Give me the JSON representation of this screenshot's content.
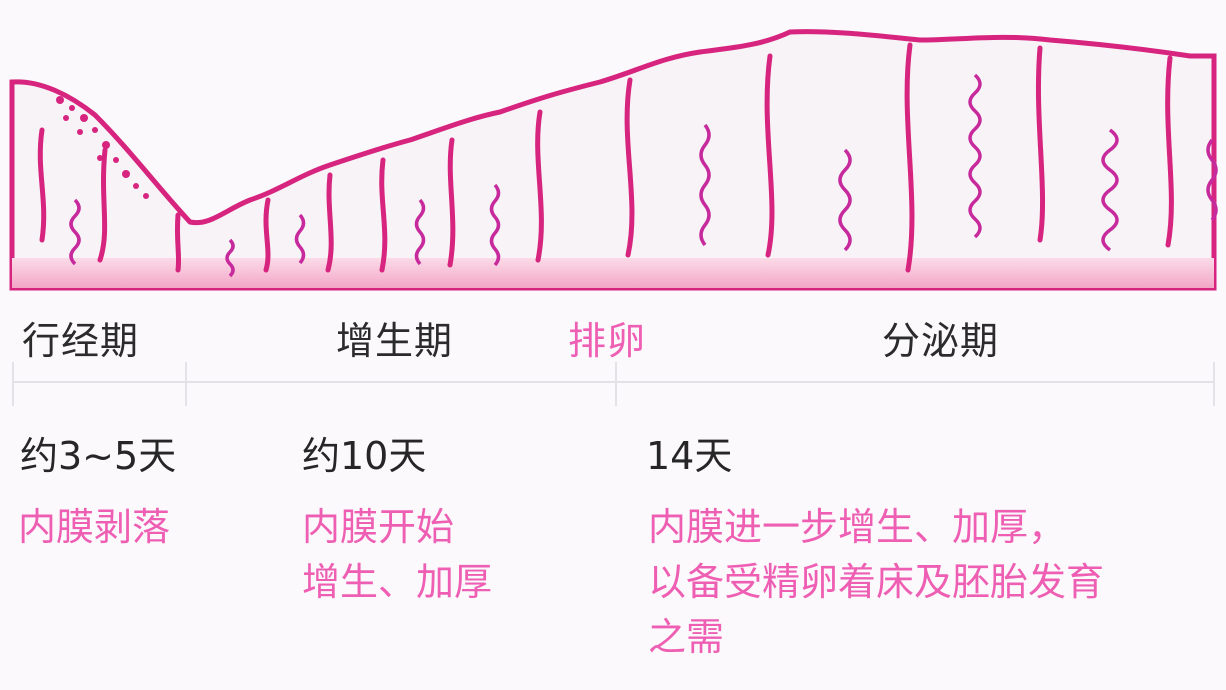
{
  "colors": {
    "text_dark": "#2b2b2b",
    "accent_pink": "#ee5fb3",
    "tissue_magenta": "#d6247f",
    "base_pink": "#f2a9c8",
    "divider": "#e4e2e7"
  },
  "phases": [
    {
      "label": "行经期",
      "duration": "约3~5天",
      "description": [
        "内膜剥落"
      ]
    },
    {
      "label": "增生期",
      "duration": "约10天",
      "description": [
        "内膜开始",
        "增生、加厚"
      ]
    },
    {
      "label": "排卵",
      "duration": "",
      "description": []
    },
    {
      "label": "分泌期",
      "duration": "14天",
      "description": [
        "内膜进一步增生、加厚，",
        "以备受精卵着床及胚胎发育",
        "之需"
      ]
    }
  ],
  "illustration": {
    "subject": "endometrium-cross-section-icon"
  }
}
